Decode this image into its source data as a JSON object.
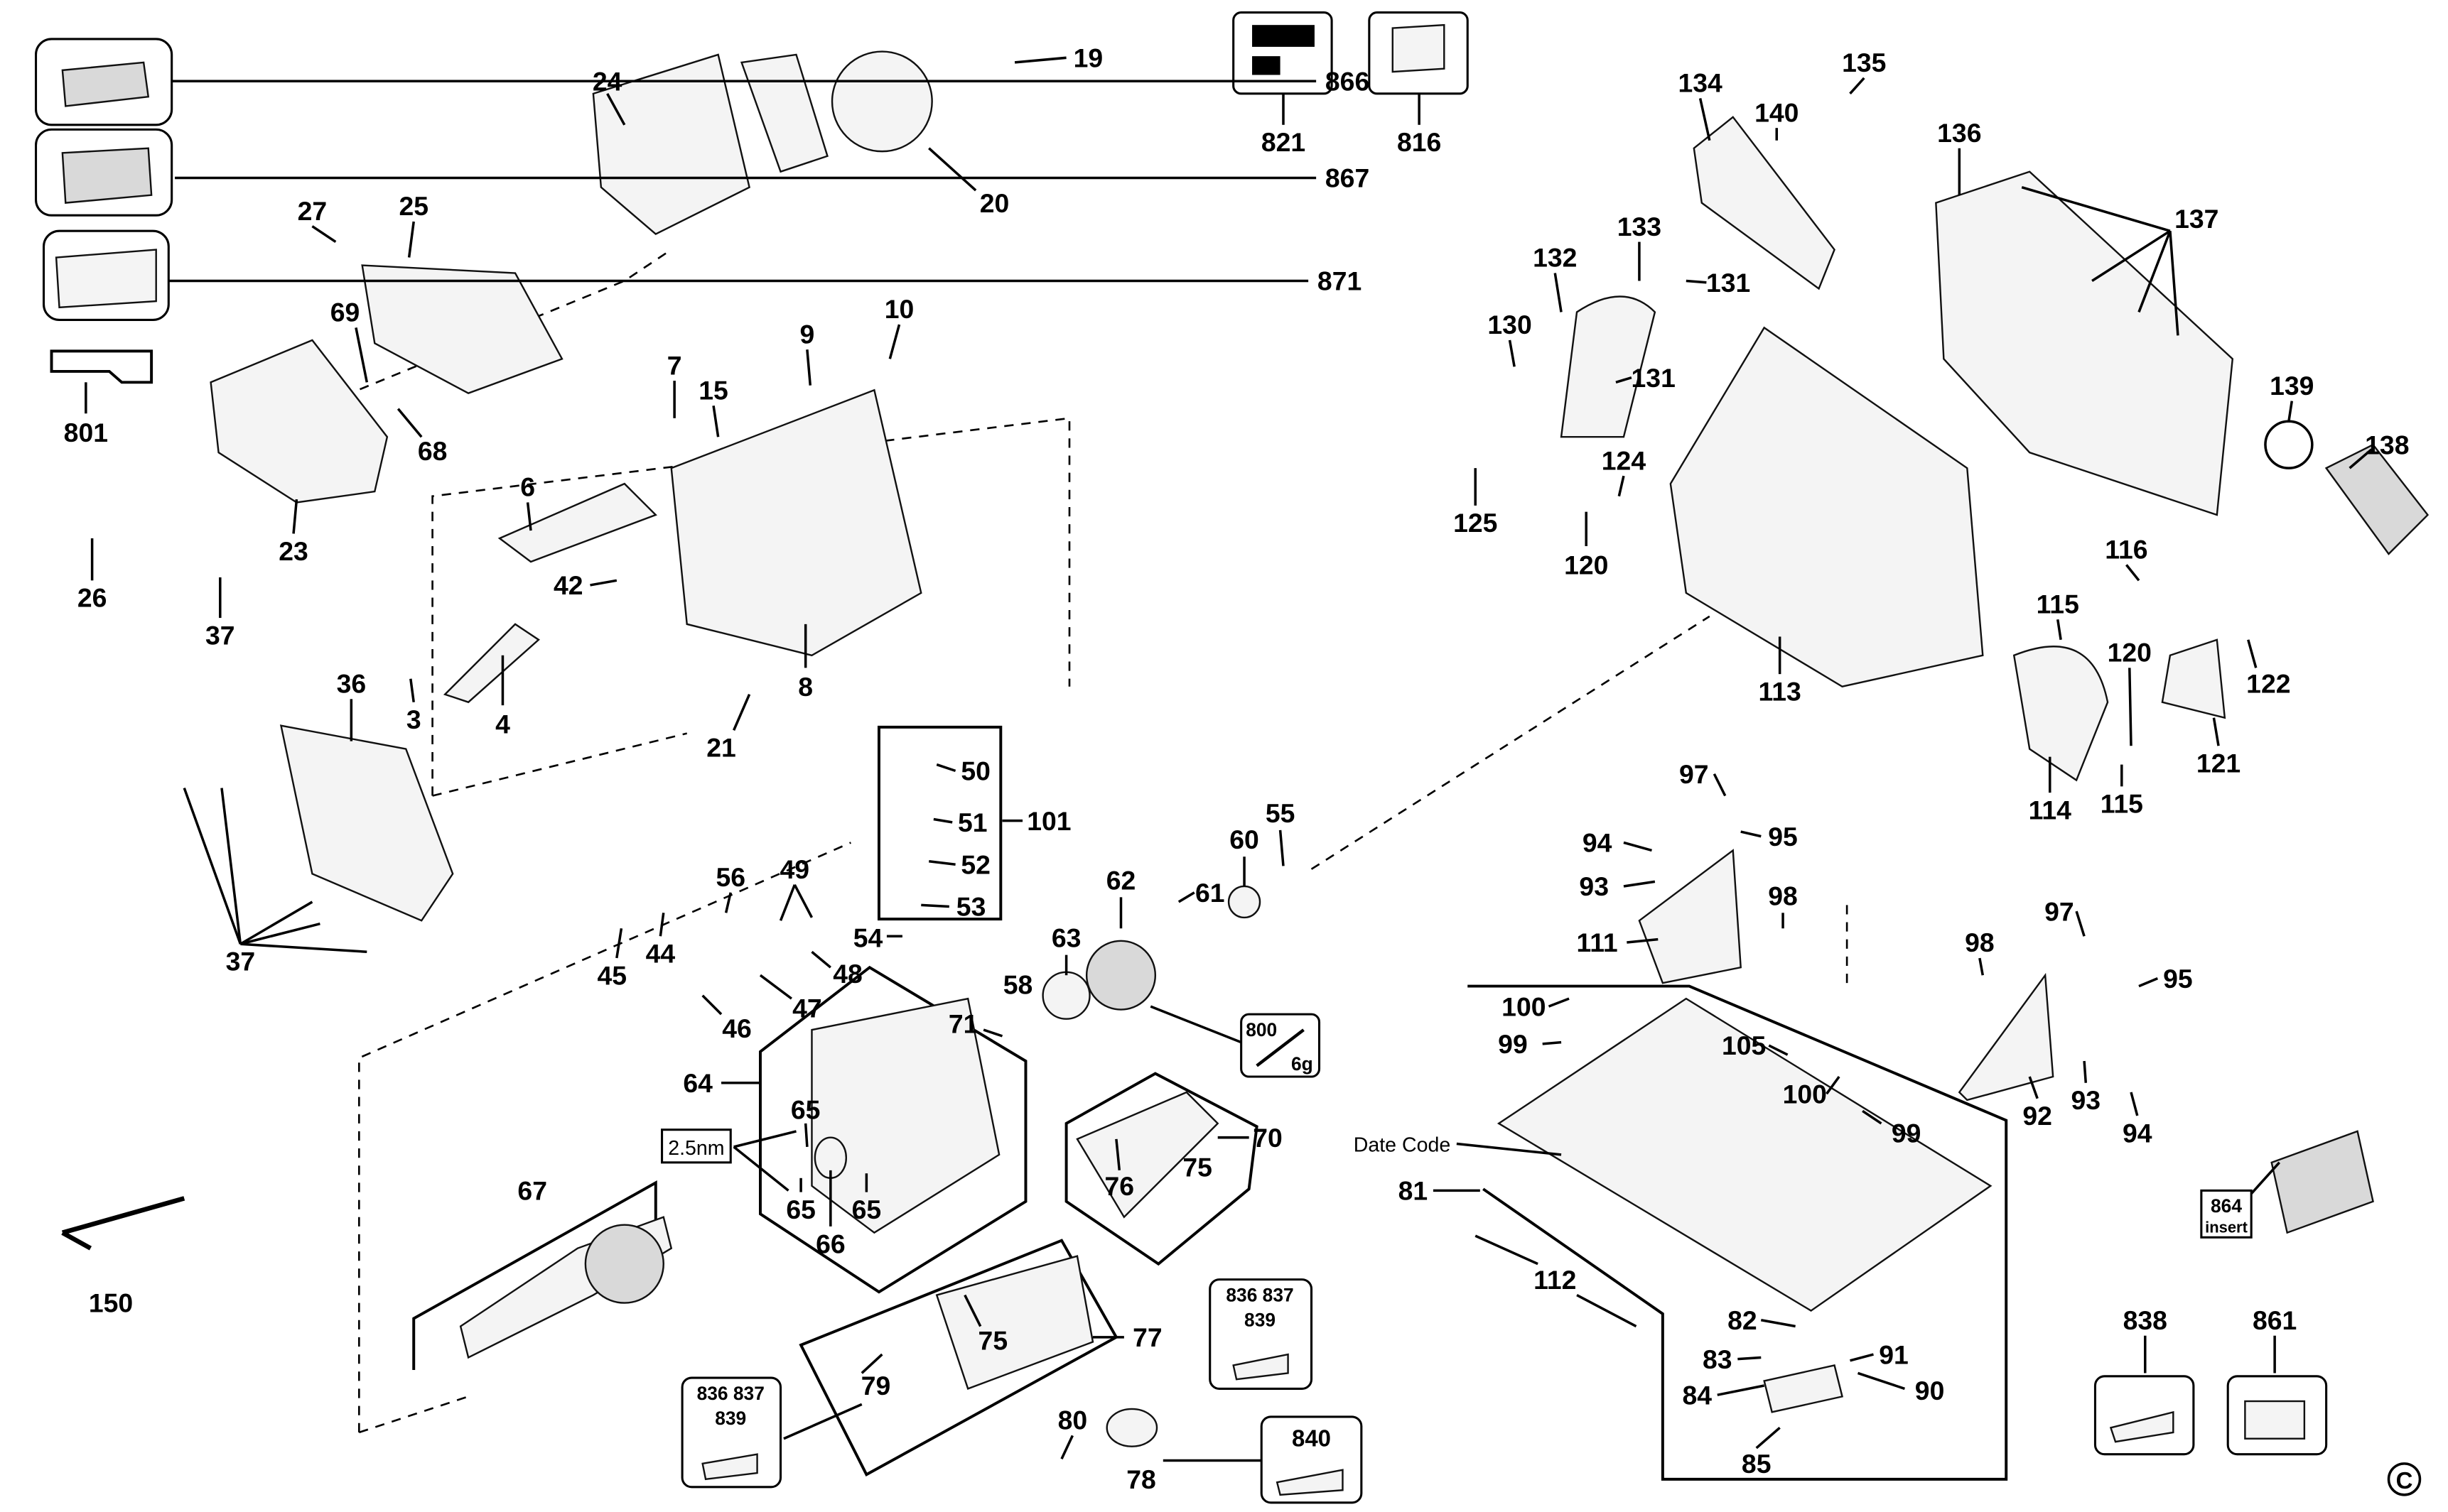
{
  "diagram_type": "exploded parts diagram",
  "labels": [
    "866",
    "867",
    "871",
    "801",
    "24",
    "19",
    "20",
    "27",
    "25",
    "69",
    "68",
    "23",
    "26",
    "37",
    "9",
    "10",
    "7",
    "15",
    "6",
    "42",
    "8",
    "4",
    "3",
    "36",
    "37",
    "21",
    "50",
    "51",
    "101",
    "52",
    "53",
    "56",
    "49",
    "44",
    "45",
    "54",
    "48",
    "47",
    "46",
    "58",
    "63",
    "62",
    "61",
    "60",
    "55",
    "71",
    "64",
    "65",
    "65",
    "66",
    "65",
    "67",
    "150",
    "70",
    "75",
    "76",
    "77",
    "75",
    "79",
    "80",
    "78",
    "821",
    "816",
    "134",
    "135",
    "140",
    "136",
    "137",
    "133",
    "131",
    "132",
    "130",
    "131",
    "139",
    "138",
    "124",
    "125",
    "120",
    "116",
    "115",
    "120",
    "122",
    "113",
    "121",
    "114",
    "115",
    "97",
    "95",
    "94",
    "93",
    "98",
    "111",
    "97",
    "98",
    "95",
    "100",
    "99",
    "105",
    "100",
    "99",
    "92",
    "93",
    "94",
    "81",
    "112",
    "82",
    "83",
    "91",
    "90",
    "84",
    "85",
    "838",
    "861"
  ],
  "date_code": "Date Code",
  "torque_box": "2.5nm",
  "grease_box": {
    "part": "800",
    "quantity": "6g"
  },
  "insert_box": {
    "part": "864",
    "text": "insert"
  },
  "kit_box_a": {
    "line1": "836  837",
    "line2": "839"
  },
  "kit_box_b": {
    "line1": "836  837",
    "line2": "839"
  },
  "kit_box_c": "840",
  "copyright": "C"
}
